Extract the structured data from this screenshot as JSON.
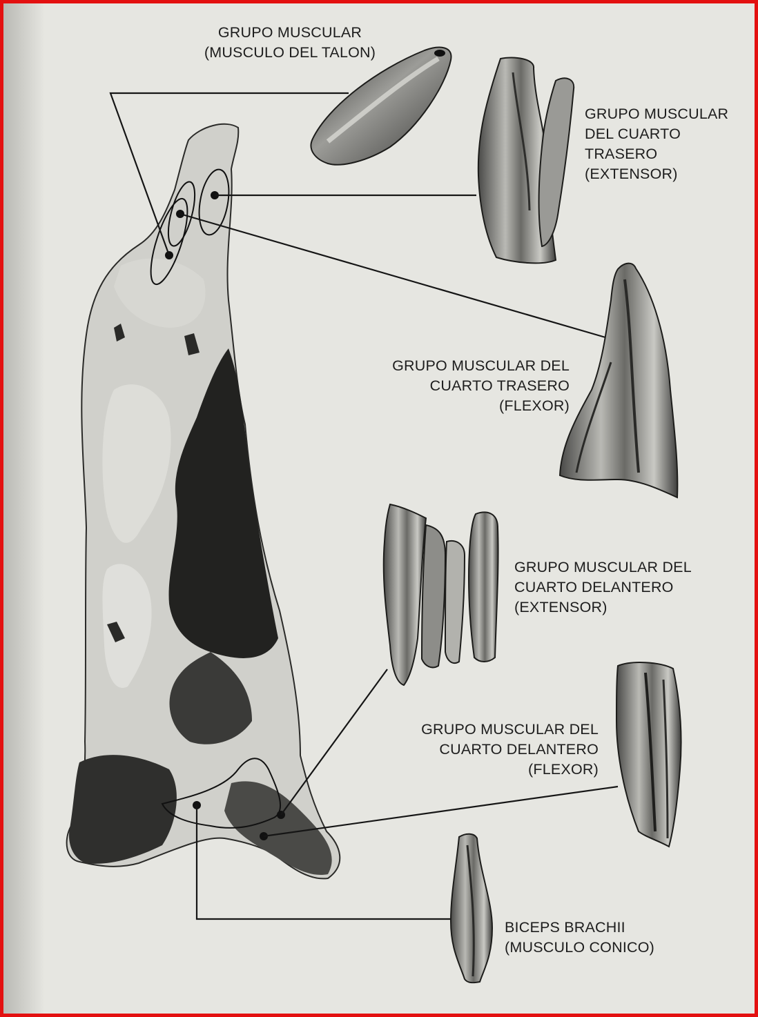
{
  "labels": {
    "talon": {
      "line1": "GRUPO MUSCULAR",
      "line2": "(MUSCULO DEL TALON)"
    },
    "hind_extensor": {
      "line1": "GRUPO MUSCULAR",
      "line2": "DEL CUARTO",
      "line3": "TRASERO",
      "line4": "(EXTENSOR)"
    },
    "hind_flexor": {
      "line1": "GRUPO MUSCULAR DEL",
      "line2": "CUARTO TRASERO",
      "line3": "(FLEXOR)"
    },
    "fore_extensor": {
      "line1": "GRUPO MUSCULAR DEL",
      "line2": "CUARTO DELANTERO",
      "line3": "(EXTENSOR)"
    },
    "fore_flexor": {
      "line1": "GRUPO MUSCULAR DEL",
      "line2": "CUARTO DELANTERO",
      "line3": "(FLEXOR)"
    },
    "biceps": {
      "line1": "BICEPS BRACHII",
      "line2": "(MUSCULO CONICO)"
    }
  },
  "colors": {
    "frame_border": "#e31010",
    "background": "#e6e6e1",
    "ink": "#1d1d1d"
  }
}
